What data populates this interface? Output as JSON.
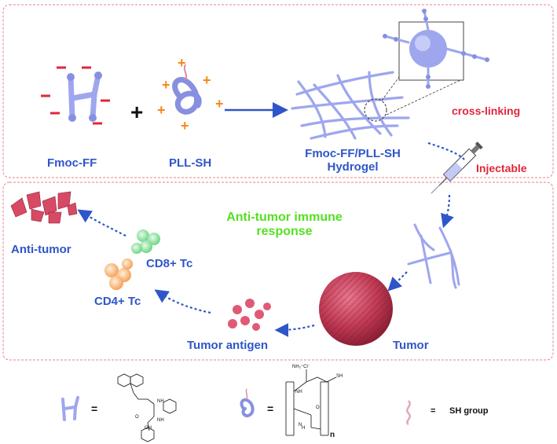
{
  "colors": {
    "panel_border": "#e8808a",
    "label_blue": "#2f56c8",
    "label_red": "#e0263b",
    "label_green": "#55e020",
    "molecule": "#9ea6ee",
    "charge_minus": "#e0263b",
    "charge_plus": "#f28a1e",
    "tumor": "#c03a55",
    "arrow": "#2f56c8"
  },
  "top_panel": {
    "plus_sign": "+",
    "fmoc_label": "Fmoc-FF",
    "pll_label": "PLL-SH",
    "hydrogel_label_line1": "Fmoc-FF/PLL-SH",
    "hydrogel_label_line2": "Hydrogel",
    "crosslink_label": "cross-linking",
    "injectable_label": "Injectable"
  },
  "bottom_panel": {
    "immune_line1": "Anti-tumor immune",
    "immune_line2": "response",
    "anti_tumor_label": "Anti-tumor",
    "cd8_label": "CD8+ Tc",
    "cd4_label": "CD4+ Tc",
    "antigen_label": "Tumor antigen",
    "tumor_label": "Tumor"
  },
  "legend": {
    "equals": "=",
    "sh_group_label": "SH group",
    "chem_nh2cl": "NH₂⁺Cl⁻",
    "chem_sh": "SH",
    "chem_nh": "NH",
    "chem_n": "N",
    "chem_h": "H",
    "chem_o": "O",
    "chem_oh": "OH",
    "chem_n_sub": "n"
  },
  "icons": [
    "fmoc-ff-molecule-icon",
    "pll-sh-molecule-icon",
    "sh-group-icon",
    "syringe-icon",
    "tumor-icon",
    "t-cell-icon",
    "antigen-icon"
  ]
}
